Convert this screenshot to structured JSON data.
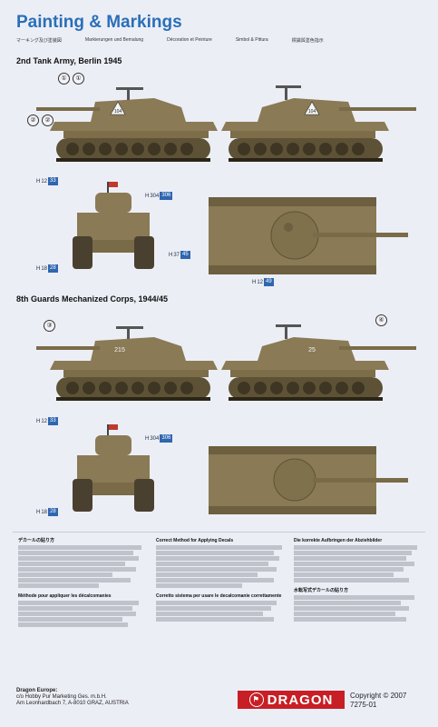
{
  "header": {
    "title": "Painting & Markings",
    "subtitles": [
      "マーキング及び塗装図",
      "Markierungen und Bemalung",
      "Décoration et Peinture",
      "Simbol & Pittura",
      "標識與塗色指示"
    ]
  },
  "sections": [
    {
      "title": "2nd Tank Army, Berlin 1945"
    },
    {
      "title": "8th Guards Mechanized Corps, 1944/45"
    }
  ],
  "colors": {
    "hull": "#8a7a55",
    "hull_dark": "#6d5f3f",
    "accent": "#2f66b0",
    "title": "#2a6fb8",
    "logo": "#c81e25"
  },
  "callouts": [
    "①",
    "②",
    "③",
    "④",
    "①",
    "②"
  ],
  "color_refs": [
    {
      "label": "H",
      "code": "12",
      "num": "33"
    },
    {
      "label": "H",
      "code": "304",
      "num": "306"
    },
    {
      "label": "H",
      "code": "37",
      "num": "45"
    },
    {
      "label": "H",
      "code": "18",
      "num": "28"
    },
    {
      "label": "H",
      "code": "12",
      "num": "49"
    },
    {
      "label": "H",
      "code": "12",
      "num": "33"
    },
    {
      "label": "H",
      "code": "304",
      "num": "306"
    },
    {
      "label": "H",
      "code": "18",
      "num": "28"
    }
  ],
  "markings": {
    "a": "104",
    "b": "215",
    "c": "25"
  },
  "instructions": {
    "col1_head": "デカールの貼り方",
    "col1b_head": "Méthode pour appliquer les décalcomanies",
    "col2_head": "Correct Method for Applying Decals",
    "col2b_head": "Corretto sistema per usare le decalcomanie correttamente",
    "col3_head": "Die korrekte Aufbringen der Abziehbilder",
    "col3b_head": "水転写式デカールの貼り方"
  },
  "footer": {
    "company": "Dragon Europe:",
    "line1": "c/o Hobby Pur Marketing Ges. m.b.H.",
    "line2": "Am Leonhardbach 7, A-8010 GRAZ, AUSTRIA",
    "brand": "DRAGON",
    "copyright": "Copyright © 2007",
    "part_no": "7275-01"
  }
}
